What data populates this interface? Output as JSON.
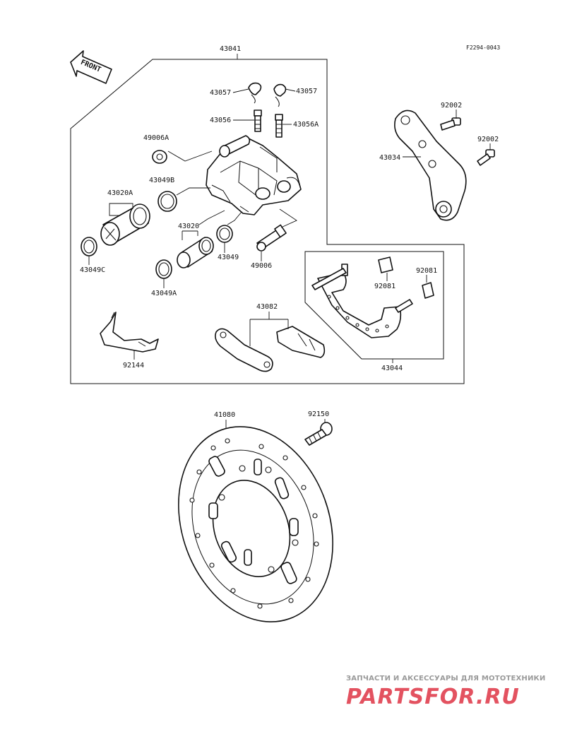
{
  "diagram": {
    "drawing_code": "F2294-0043",
    "front_label": "FRONT",
    "part_labels": {
      "caliper_assy": "43041",
      "bleed_cap_left": "43057",
      "bleed_cap_right": "43057",
      "bleed_valve": "43056",
      "bleed_valve_a": "43056A",
      "bush_boot": "49006A",
      "seal_b": "43049B",
      "piston_a": "43020A",
      "seal_c": "43049C",
      "piston": "43020",
      "seal": "43049",
      "seal_a": "43049A",
      "pin": "49006",
      "bolt_upper": "92002",
      "bolt_lower": "92002",
      "caliper_holder": "43034",
      "pad_spring": "92081",
      "pad_spring_clip": "92081",
      "bracket": "43044",
      "pad_set": "43082",
      "spring_plate": "92144",
      "disc": "41080",
      "disc_bolt": "92150"
    }
  },
  "watermark": {
    "tagline": "ЗАПЧАСТИ И АКСЕССУАРЫ ДЛЯ МОТОТЕХНИКИ",
    "brand": "PARTSFOR.RU",
    "brand_color": "#e35260"
  }
}
